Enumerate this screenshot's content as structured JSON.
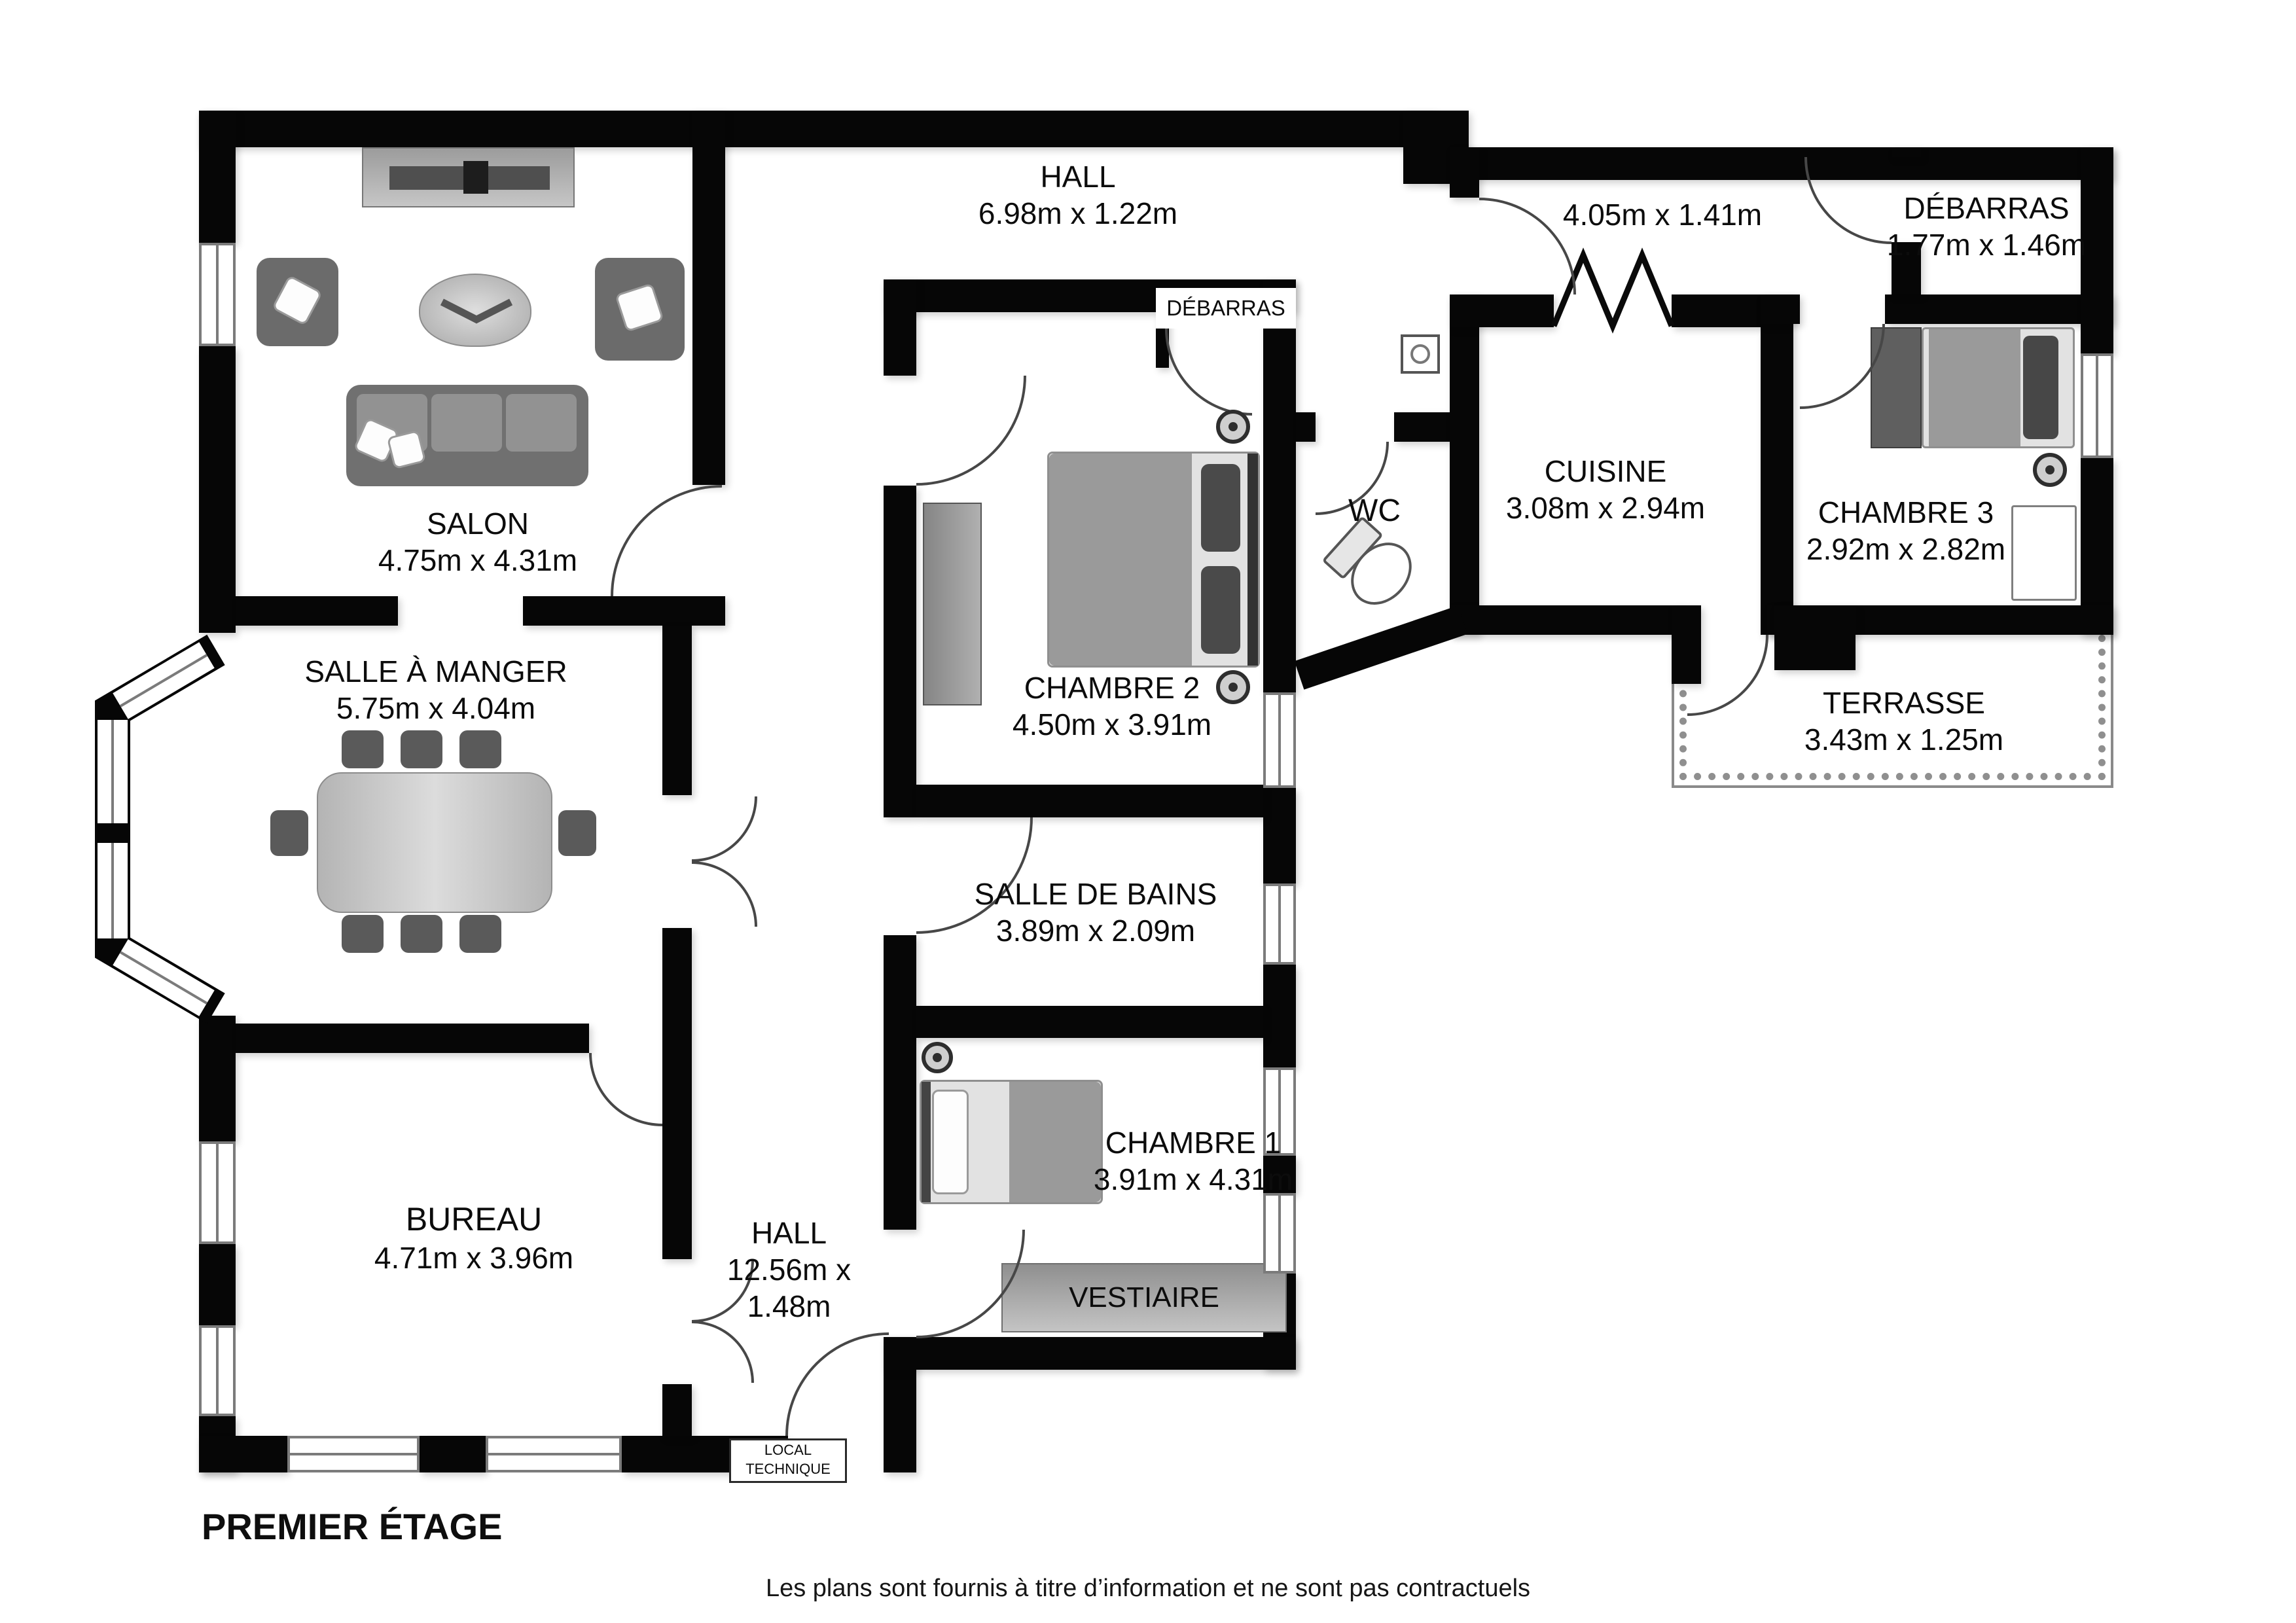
{
  "title": "PREMIER ÉTAGE",
  "disclaimer": "Les plans sont fournis à titre d’information et ne sont pas contractuels",
  "rooms": {
    "salon": {
      "label": "SALON",
      "dims": "4.75m x 4.31m"
    },
    "salle_a_manger": {
      "label": "SALLE À MANGER",
      "dims": "5.75m x 4.04m"
    },
    "bureau": {
      "label": "BUREAU",
      "dims": "4.71m x 3.96m"
    },
    "hall_haut": {
      "label": "HALL",
      "dims": "6.98m x 1.22m"
    },
    "hall_bas": {
      "label": "HALL",
      "dims1": "12.56m x",
      "dims2": "1.48m"
    },
    "debarras_chambre2": {
      "label": "DÉBARRAS"
    },
    "chambre2": {
      "label": "CHAMBRE 2",
      "dims": "4.50m x 3.91m"
    },
    "salle_de_bains": {
      "label": "SALLE DE BAINS",
      "dims": "3.89m x 2.09m"
    },
    "chambre1": {
      "label": "CHAMBRE 1",
      "dims": "3.91m x 4.31m"
    },
    "vestiaire": {
      "label": "VESTIAIRE"
    },
    "wc": {
      "label": "WC"
    },
    "couloir": {
      "dims": "4.05m x 1.41m"
    },
    "cuisine": {
      "label": "CUISINE",
      "dims": "3.08m x 2.94m"
    },
    "debarras_haut": {
      "label": "DÉBARRAS",
      "dims": "1.77m x 1.46m"
    },
    "chambre3": {
      "label": "CHAMBRE 3",
      "dims": "2.92m x 2.82m"
    },
    "terrasse": {
      "label": "TERRASSE",
      "dims": "3.43m x 1.25m"
    },
    "local_technique": {
      "line1": "LOCAL",
      "line2": "TECHNIQUE"
    }
  }
}
